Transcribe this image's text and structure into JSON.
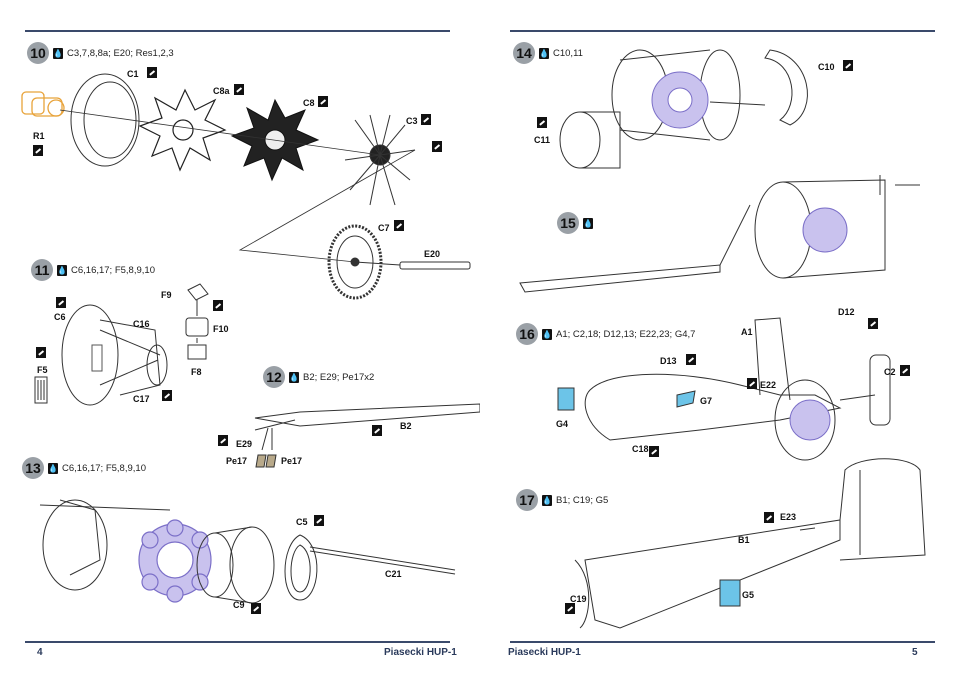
{
  "left_page": {
    "number": "4",
    "title": "Piasecki HUP-1",
    "steps": [
      {
        "num": "10",
        "parts": "C3,7,8,8a; E20; Res1,2,3"
      },
      {
        "num": "11",
        "parts": "C6,16,17; F5,8,9,10"
      },
      {
        "num": "12",
        "parts": "B2; E29; Pe17x2"
      },
      {
        "num": "13",
        "parts": "C6,16,17; F5,8,9,10"
      }
    ],
    "labels": {
      "r1": "R1",
      "c1": "C1",
      "c8a": "C8a",
      "c8": "C8",
      "c3": "C3",
      "c7": "C7",
      "e20": "E20",
      "f9": "F9",
      "c6": "C6",
      "c16": "C16",
      "f10": "F10",
      "f5": "F5",
      "f8": "F8",
      "c17": "C17",
      "b2": "B2",
      "e29": "E29",
      "pe17a": "Pe17",
      "pe17b": "Pe17",
      "c5": "C5",
      "c21": "C21",
      "c9": "C9"
    }
  },
  "right_page": {
    "number": "5",
    "title": "Piasecki HUP-1",
    "steps": [
      {
        "num": "14",
        "parts": "C10,11"
      },
      {
        "num": "15",
        "parts": ""
      },
      {
        "num": "16",
        "parts": "A1; C2,18; D12,13; E22,23; G4,7"
      },
      {
        "num": "17",
        "parts": "B1; C19; G5"
      }
    ],
    "labels": {
      "c10": "C10",
      "c11": "C11",
      "d12": "D12",
      "a1": "A1",
      "d13": "D13",
      "c2": "C2",
      "e22": "E22",
      "g7": "G7",
      "g4": "G4",
      "c18": "C18",
      "e23": "E23",
      "b1": "B1",
      "c19": "C19",
      "g5": "G5"
    }
  },
  "colors": {
    "rule": "#3a4a6b",
    "engine": "#7b6fc8",
    "resin": "#e8a33a",
    "clear": "#6cc4e8"
  }
}
